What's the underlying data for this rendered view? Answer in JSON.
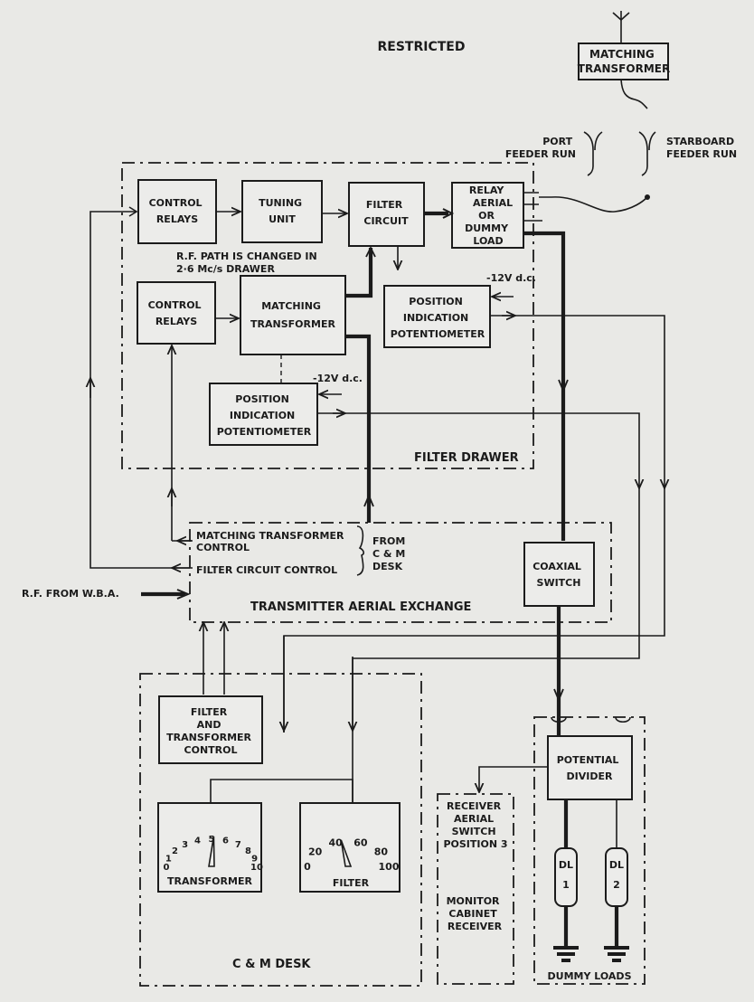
{
  "header": "RESTRICTED",
  "antenna": {
    "matching_transformer": [
      "MATCHING",
      "TRANSFORMER"
    ]
  },
  "feeders": {
    "port": [
      "PORT",
      "FEEDER RUN"
    ],
    "starboard": [
      "STARBOARD",
      "FEEDER RUN"
    ]
  },
  "filter_drawer": {
    "label": "FILTER DRAWER",
    "control_relays_1": [
      "CONTROL",
      "RELAYS"
    ],
    "tuning_unit": [
      "TUNING",
      "UNIT"
    ],
    "filter_circuit": [
      "FILTER",
      "CIRCUIT"
    ],
    "relay_aerial": [
      "RELAY",
      "AERIAL",
      "OR",
      "DUMMY",
      "LOAD"
    ],
    "rf_path_note": [
      "R.F. PATH IS CHANGED IN",
      "2·6 Mc/s DRAWER"
    ],
    "control_relays_2": [
      "CONTROL",
      "RELAYS"
    ],
    "matching_transformer": [
      "MATCHING",
      "TRANSFORMER"
    ],
    "position_indication_1": [
      "POSITION",
      "INDICATION",
      "POTENTIOMETER"
    ],
    "position_indication_2": [
      "POSITION",
      "INDICATION",
      "POTENTIOMETER"
    ],
    "supply_1": "-12V d.c.",
    "supply_2": "-12V d.c."
  },
  "exchange": {
    "label": "TRANSMITTER AERIAL EXCHANGE",
    "mt_control": [
      "MATCHING TRANSFORMER",
      "CONTROL"
    ],
    "fc_control": "FILTER CIRCUIT CONTROL",
    "from_desk": [
      "FROM",
      "C & M",
      "DESK"
    ],
    "rf_input": "R.F. FROM W.B.A.",
    "coaxial_switch": [
      "COAXIAL",
      "SWITCH"
    ]
  },
  "desk": {
    "label": "C & M DESK",
    "ftc": [
      "FILTER",
      "AND",
      "TRANSFORMER",
      "CONTROL"
    ],
    "transformer_meter": {
      "label": "TRANSFORMER",
      "ticks": [
        "0",
        "1",
        "2",
        "3",
        "4",
        "5",
        "6",
        "7",
        "8",
        "9",
        "10"
      ],
      "needle": 5.2
    },
    "filter_meter": {
      "label": "FILTER",
      "ticks": [
        "0",
        "20",
        "40",
        "60",
        "80",
        "100"
      ],
      "needle": 43
    }
  },
  "monitor": {
    "receiver_switch": [
      "RECEIVER",
      "AERIAL",
      "SWITCH",
      "POSITION 3"
    ],
    "cabinet": [
      "MONITOR",
      "CABINET",
      "RECEIVER"
    ]
  },
  "dummy_loads": {
    "label": "DUMMY LOADS",
    "potential_divider": [
      "POTENTIAL",
      "DIVIDER"
    ],
    "dl1": [
      "DL",
      "1"
    ],
    "dl2": [
      "DL",
      "2"
    ]
  }
}
